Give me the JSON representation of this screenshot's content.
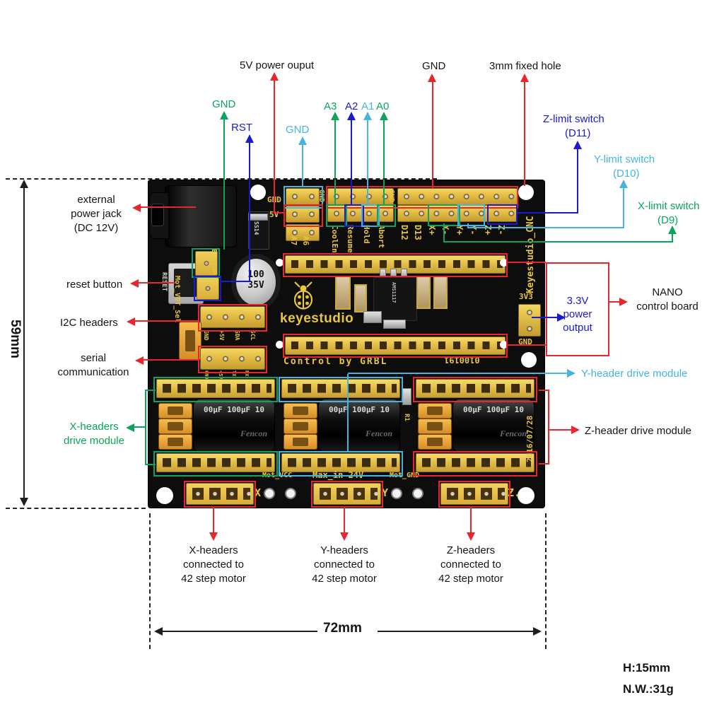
{
  "palette": {
    "red": "#e8262c",
    "green": "#0ca45c",
    "blue": "#1a1ace",
    "cyan": "#46b4e0",
    "pcb_black": "#0d0d0d",
    "header_yellow": "#e7c24a",
    "silk_yellow": "#e9c63f"
  },
  "annotations": {
    "power_5v": "5V power ouput",
    "gnd_top": "GND",
    "fixed_hole": "3mm fixed hole",
    "gnd_green": "GND",
    "rst": "RST",
    "gnd_cyan": "GND",
    "a3": "A3",
    "a2": "A2",
    "a1": "A1",
    "a0": "A0",
    "z_limit": "Z-limit switch",
    "z_limit_pin": "(D11)",
    "y_limit": "Y-limit switch",
    "y_limit_pin": "(D10)",
    "x_limit": "X-limit switch",
    "x_limit_pin": "(D9)",
    "ext_power_1": "external",
    "ext_power_2": "power jack",
    "ext_power_3": "(DC 12V)",
    "reset_button": "reset button",
    "i2c_headers": "I2C headers",
    "serial_1": "serial",
    "serial_2": "communication",
    "x_drive_1": "X-headers",
    "x_drive_2": "drive module",
    "v33_1": "3.3V",
    "v33_2": "power",
    "v33_3": "output",
    "nano_1": "NANO",
    "nano_2": "control board",
    "y_drive": "Y-header drive module",
    "z_drive": "Z-header drive module",
    "x_motor_1": "X-headers",
    "x_motor_2": "connected to",
    "x_motor_3": "42 step motor",
    "y_motor_1": "Y-headers",
    "y_motor_2": "connected to",
    "y_motor_3": "42 step motor",
    "z_motor_1": "Z-headers",
    "z_motor_2": "connected to",
    "z_motor_3": "42 step motor"
  },
  "dimensions": {
    "board_height": "59mm",
    "board_width": "72mm",
    "thickness": "H:15mm",
    "net_weight": "N.W.:31g"
  },
  "board_silk": {
    "gnd_hdr": "GND",
    "v5_hdr": "5V",
    "a7": "A7",
    "a6": "A6",
    "gnd_v1": "GND",
    "coolen": "CoolEn",
    "resume": "Resume",
    "hold": "Hold",
    "abort": "Abort",
    "gnd_v2": "GND",
    "d12": "D12",
    "d13": "D13",
    "x_plus": "X+",
    "x_minus": "X-",
    "y_plus": "Y+",
    "y_minus": "Y-",
    "z_plus": "Z+",
    "z_minus": "Z-",
    "brand_edge": "Keyestudio_CNC",
    "reset": "RESET",
    "estop": "E_STOP",
    "diode": "SS14",
    "cap_value_1": "100",
    "cap_value_2": "35V",
    "mot_vot_sel": "Mot_VOT_Sel",
    "i2c_pins": [
      "GND",
      "+5V",
      "SDA",
      "SCL"
    ],
    "serial_pins": [
      "GND",
      "+5V",
      "TX",
      "RX"
    ],
    "logo": "keyestudio",
    "grbl": "Control by GRBL",
    "serial_no": "0100191",
    "v33": "3V3",
    "v33_gnd": "GND",
    "r1": "R1",
    "date": "2016/07/28",
    "mot_vcc": "Mot_VCC",
    "max_in": "Max_in 24V",
    "mot_gnd": "Mot_GND",
    "x": "X",
    "y": "Y",
    "z": "Z.",
    "chip": "AMS1117",
    "cap_row": "00μF 100μF 10",
    "cap_brand": "Fencon"
  }
}
